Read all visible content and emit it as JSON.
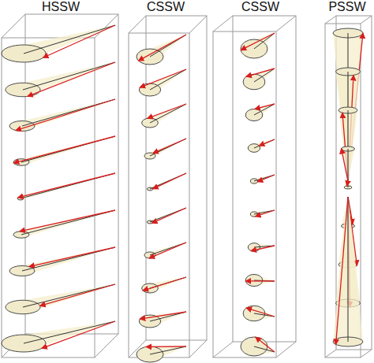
{
  "diagram": {
    "nodes": [
      {
        "text": [
          "HSSW"
        ]
      },
      {
        "text": [
          "CSSW"
        ]
      },
      {
        "text": [
          "CSSW"
        ]
      },
      {
        "text": [
          "PSSW"
        ]
      }
    ]
  }
}
